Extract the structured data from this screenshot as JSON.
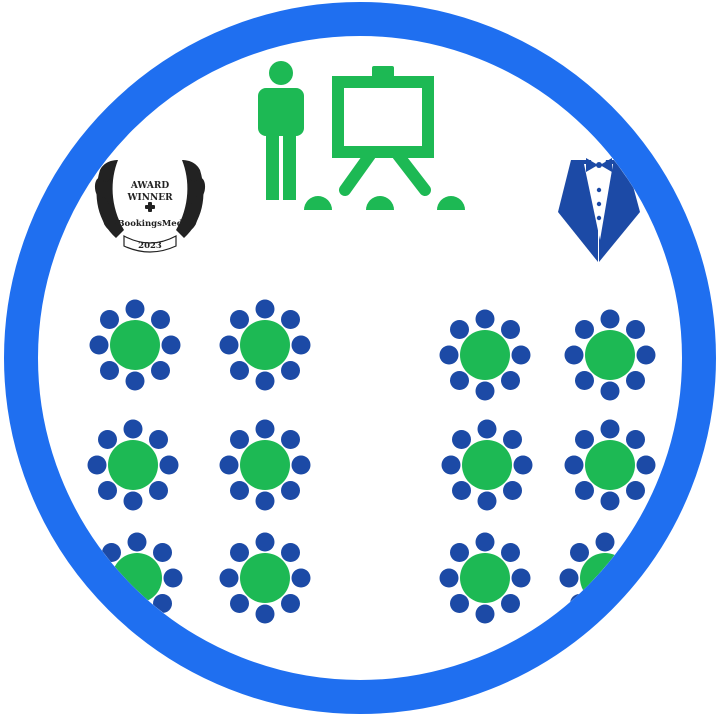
{
  "colors": {
    "ring": "#1f6ff0",
    "background": "#ffffff",
    "table": "#1db954",
    "chair": "#1c4aa6",
    "presenter": "#1db954",
    "tuxedo": "#1c4aa6",
    "badge": "#222222"
  },
  "badge": {
    "line1": "AWARD",
    "line2": "WINNER",
    "brand": "BookingsMed",
    "year": "2023",
    "logo": "award-laurel-badge"
  },
  "icons": {
    "presenter": "presenter-icon",
    "whiteboard": "whiteboard-icon",
    "tuxedo": "tuxedo-icon",
    "table": "round-table-icon"
  },
  "layout_summary": {
    "table_groups": 2,
    "rows_per_group": 3,
    "tables_per_row": 2,
    "chairs_per_table": 8
  }
}
